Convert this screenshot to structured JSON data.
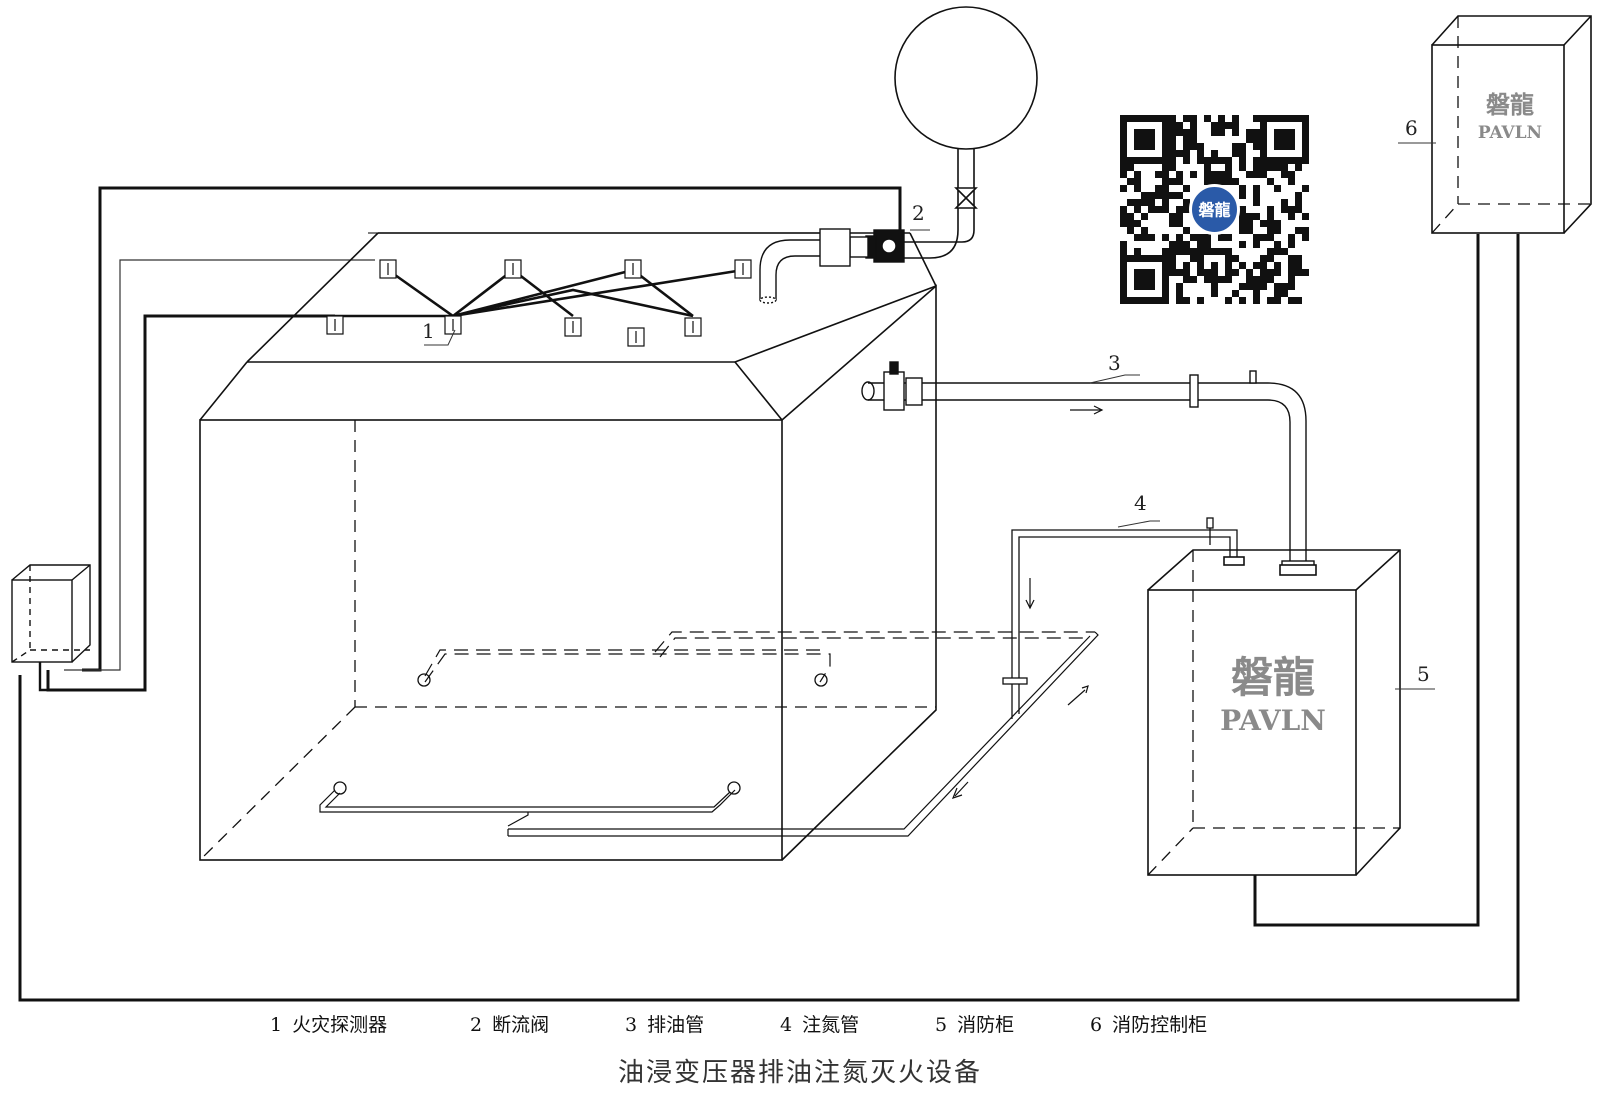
{
  "title": "油浸变压器排油注氮灭火设备",
  "legend": [
    {
      "num": "1",
      "label": "火灾探测器"
    },
    {
      "num": "2",
      "label": "断流阀"
    },
    {
      "num": "3",
      "label": "排油管"
    },
    {
      "num": "4",
      "label": "注氮管"
    },
    {
      "num": "5",
      "label": "消防柜"
    },
    {
      "num": "6",
      "label": "消防控制柜"
    }
  ],
  "callouts": {
    "c1": "1",
    "c2": "2",
    "c3": "3",
    "c4": "4",
    "c5": "5",
    "c6": "6"
  },
  "brand": {
    "logo_cn": "磐龍",
    "logo_en": "PAVLN"
  },
  "qr": {
    "badge_text": "磐龍"
  },
  "colors": {
    "line": "#111111",
    "logo_gray": "#8a8a8a",
    "qr_badge": "#2a5aa8"
  }
}
